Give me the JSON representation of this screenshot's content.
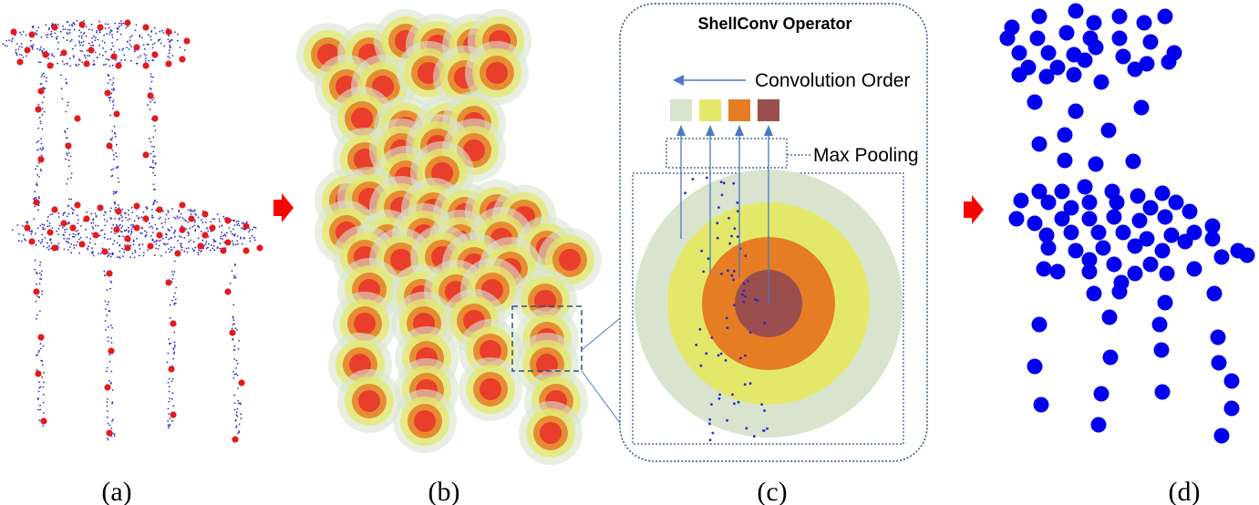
{
  "panels": {
    "a": {
      "caption": "(a)"
    },
    "b": {
      "caption": "(b)"
    },
    "c": {
      "caption": "(c)"
    },
    "d": {
      "caption": "(d)"
    }
  },
  "shellconv": {
    "title": "ShellConv Operator",
    "convolution_order_label": "Convolution Order",
    "max_pooling_label": "Max Pooling"
  },
  "colors": {
    "representative_point": "#e41a1c",
    "input_point": "#2b2bc8",
    "output_point": "#0000ee",
    "arrow_red": "#ff0000",
    "shell_1": "#d9e4cf",
    "shell_2": "#e4e86a",
    "shell_3": "#e67c24",
    "shell_4": "#9a4e4e",
    "line_blue": "#4a78c4",
    "frame_border": "#2f4f86"
  }
}
